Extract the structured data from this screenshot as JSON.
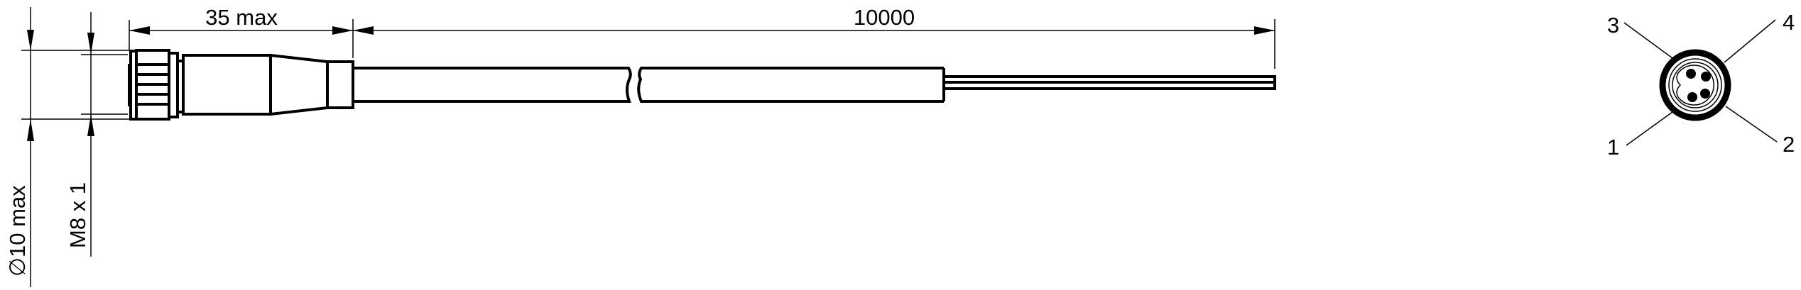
{
  "drawing": {
    "dimensions": {
      "connector_length": "35 max",
      "cable_length": "10000",
      "outer_diameter": "∅10 max",
      "thread": "M8 x 1"
    },
    "pin_face": {
      "pins": [
        "1",
        "2",
        "3",
        "4"
      ]
    }
  }
}
